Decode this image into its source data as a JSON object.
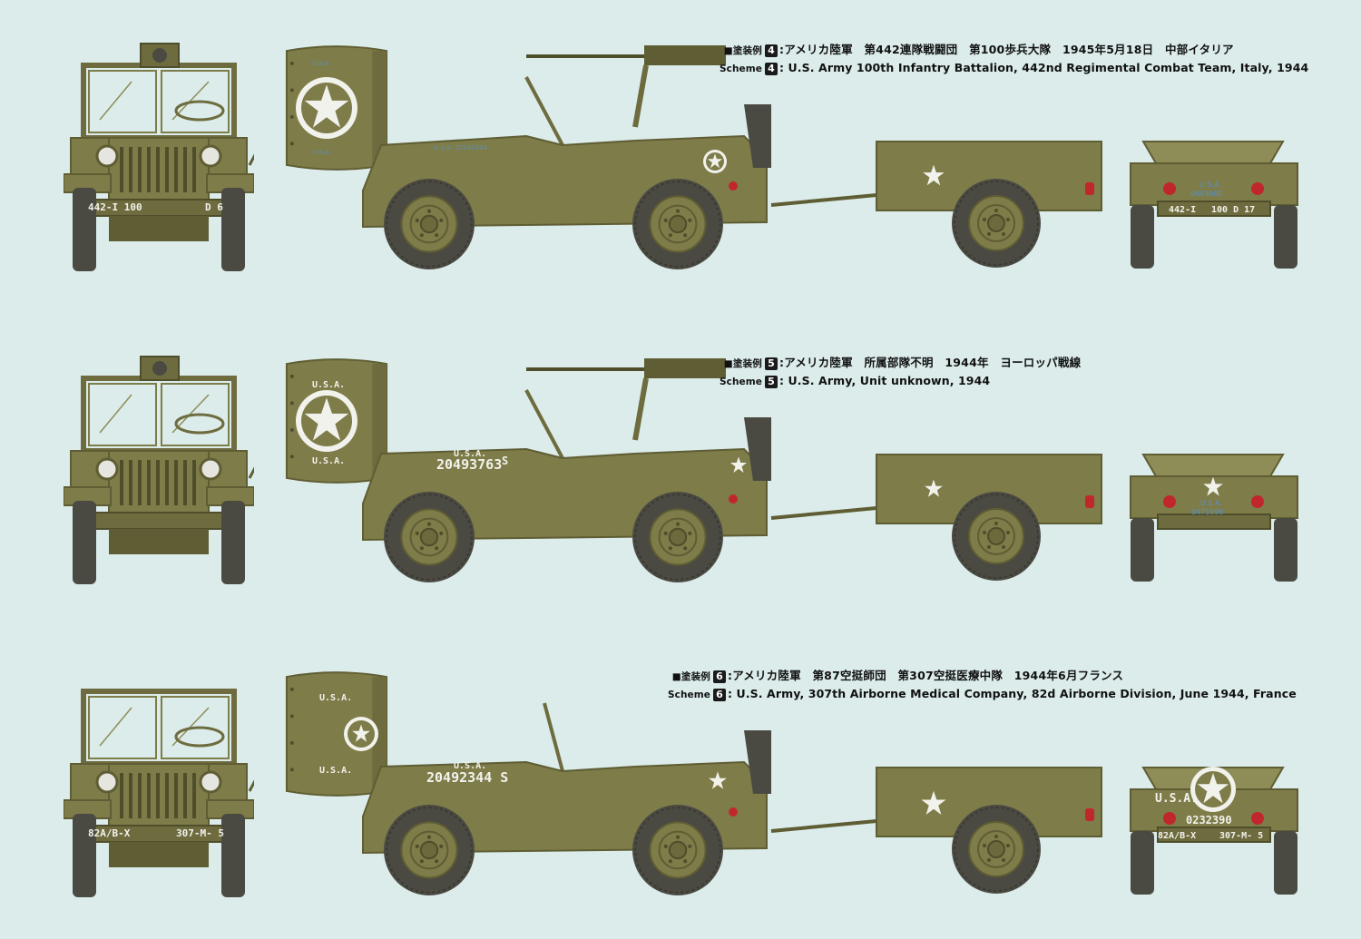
{
  "colors": {
    "background": "#dbeceb",
    "olive": "#7e7c49",
    "olive_light": "#8e8c57",
    "olive_dark": "#5f5d33",
    "tire": "#4a4a42",
    "marking_white": "#f2f2ec",
    "marking_blue": "#5b8fc0",
    "reflector_red": "#c0272d"
  },
  "schemes": [
    {
      "number": "4",
      "ja_prefix": "■塗装例",
      "ja_text": ":アメリカ陸軍　第442連隊戦闘団　第100歩兵大隊　1945年5月18日　中部イタリア",
      "en_prefix": "Scheme",
      "en_text": ": U.S. Army 100th Infantry Battalion, 442nd Regimental Combat Team, Italy, 1944",
      "front_bumper_left": "442-I  100",
      "front_bumper_right": "D 6",
      "hood_number": "U.S.A. 20100344",
      "spare_cover_top": "U.S.A.",
      "spare_cover_bottom": "U.S.A.",
      "trailer_rear_top": "U.S.A.",
      "trailer_rear_serial": "0483600",
      "trailer_bumper_left": "442-I",
      "trailer_bumper_right": "100 D 17"
    },
    {
      "number": "5",
      "ja_prefix": "■塗装例",
      "ja_text": ":アメリカ陸軍　所属部隊不明　1944年　ヨーロッパ戦線",
      "en_prefix": "Scheme",
      "en_text": ": U.S. Army, Unit unknown, 1944",
      "hood_usa": "U.S.A.",
      "hood_number": "20493763",
      "hood_suffix": "S",
      "spare_cover_top": "U.S.A.",
      "spare_cover_bottom": "U.S.A.",
      "trailer_rear_top": "U.S.A.",
      "trailer_rear_serial": "0471696"
    },
    {
      "number": "6",
      "ja_prefix": "■塗装例",
      "ja_text": ":アメリカ陸軍　第87空挺師団　第307空挺医療中隊　1944年6月フランス",
      "en_prefix": "Scheme",
      "en_text": ": U.S. Army, 307th Airborne Medical Company, 82d Airborne Division,  June 1944, France",
      "front_bumper_left": "82A/B-X",
      "front_bumper_right": "307-M- 5",
      "hood_usa": "U.S.A.",
      "hood_number": "20492344 S",
      "spare_cover_top": "U.S.A.",
      "spare_cover_bottom": "U.S.A.",
      "trailer_rear_top": "U.S.A.",
      "trailer_rear_serial": "0232390",
      "trailer_bumper_left": "82A/B-X",
      "trailer_bumper_right": "307-M- 5"
    }
  ]
}
